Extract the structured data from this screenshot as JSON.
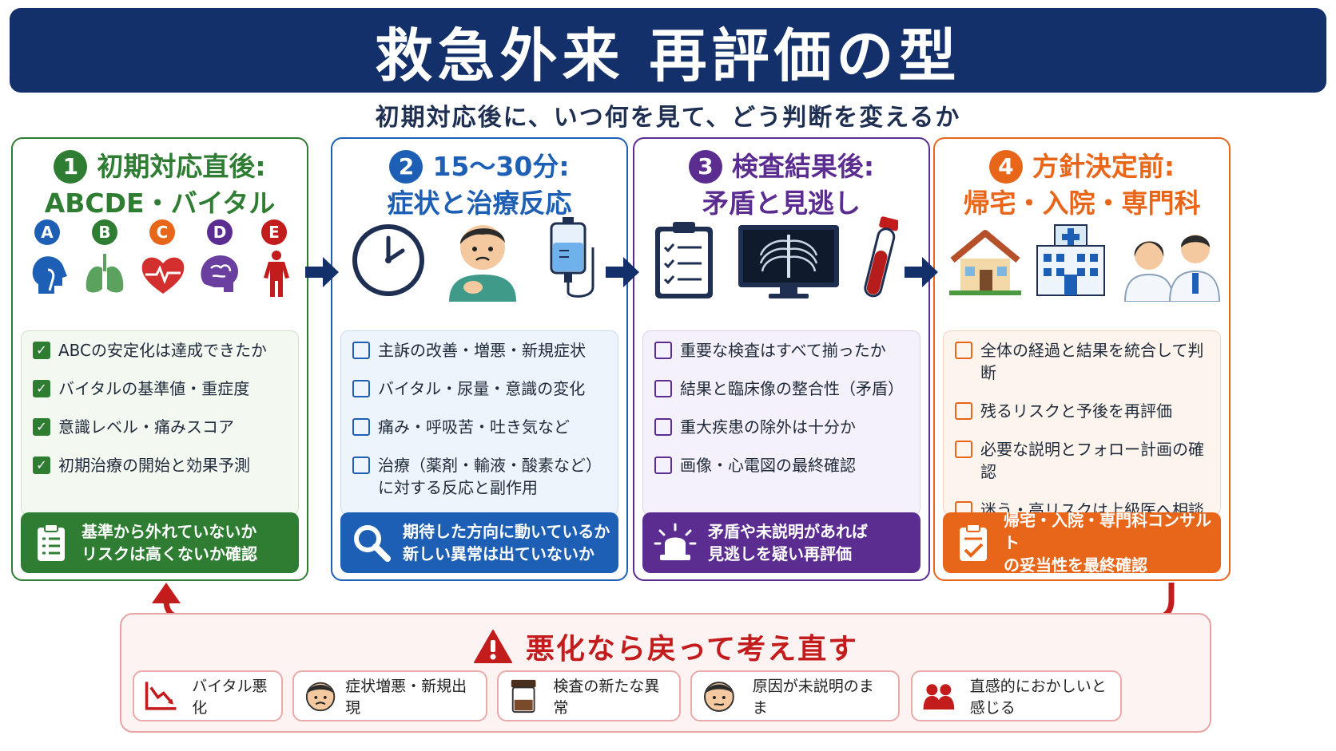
{
  "title": "救急外来 再評価の型",
  "subtitle": "初期対応後に、いつ何を見て、どう判断を変えるか",
  "colors": {
    "navy": "#14306a",
    "green": "#2e7d32",
    "blue": "#1d5fb5",
    "purple": "#5b2d91",
    "orange": "#e8661a",
    "red": "#c31c1c"
  },
  "cards": [
    {
      "number": "1",
      "head_line1": "初期対応直後:",
      "head_line2": "ABCDE・バイタル",
      "icons": [
        "airway-head-icon",
        "lungs-icon",
        "heart-icon",
        "brain-icon",
        "body-icon"
      ],
      "abcde": [
        "A",
        "B",
        "C",
        "D",
        "E"
      ],
      "items": [
        "ABCの安定化は達成できたか",
        "バイタルの基準値・重症度",
        "意識レベル・痛みスコア",
        "初期治療の開始と効果予測"
      ],
      "footer_line1": "基準から外れていないか",
      "footer_line2": "リスクは高くないか確認",
      "footer_icon": "clipboard-icon"
    },
    {
      "number": "2",
      "head_line1": "15～30分:",
      "head_line2": "症状と治療反応",
      "icons": [
        "clock-icon",
        "patient-icon",
        "iv-bag-icon"
      ],
      "items": [
        "主訴の改善・増悪・新規症状",
        "バイタル・尿量・意識の変化",
        "痛み・呼吸苦・吐き気など",
        "治療（薬剤・輸液・酸素など）に対する反応と副作用"
      ],
      "footer_line1": "期待した方向に動いているか",
      "footer_line2": "新しい異常は出ていないか",
      "footer_icon": "magnifier-icon"
    },
    {
      "number": "3",
      "head_line1": "検査結果後:",
      "head_line2": "矛盾と見逃し",
      "icons": [
        "checklist-icon",
        "xray-monitor-icon",
        "blood-tube-icon"
      ],
      "items": [
        "重要な検査はすべて揃ったか",
        "結果と臨床像の整合性（矛盾）",
        "重大疾患の除外は十分か",
        "画像・心電図の最終確認"
      ],
      "footer_line1": "矛盾や未説明があれば",
      "footer_line2": "見逃しを疑い再評価",
      "footer_icon": "alarm-light-icon"
    },
    {
      "number": "4",
      "head_line1": "方針決定前:",
      "head_line2": "帰宅・入院・専門科",
      "icons": [
        "house-icon",
        "hospital-icon",
        "doctors-icon"
      ],
      "items": [
        "全体の経過と結果を統合して判断",
        "残るリスクと予後を再評価",
        "必要な説明とフォロー計画の確認",
        "迷う・高リスクは上級医へ相談"
      ],
      "footer_line1": "帰宅・入院・専門科コンサルト",
      "footer_line2": "の妥当性を最終確認",
      "footer_icon": "clipboard-check-icon"
    }
  ],
  "loop": {
    "title": "悪化なら戻って考え直す",
    "title_icon": "warning-icon",
    "chips": [
      {
        "label": "バイタル悪化",
        "icon": "trend-down-icon"
      },
      {
        "label": "症状増悪・新規出現",
        "icon": "worried-face-icon"
      },
      {
        "label": "検査の新たな異常",
        "icon": "specimen-jar-icon"
      },
      {
        "label": "原因が未説明のまま",
        "icon": "confused-face-icon"
      },
      {
        "label": "直感的におかしいと感じる",
        "icon": "people-icon"
      }
    ]
  }
}
